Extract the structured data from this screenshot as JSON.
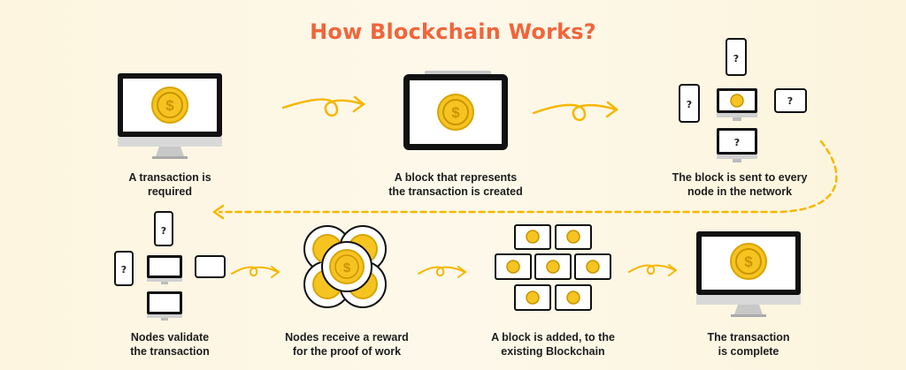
{
  "title": "How Blockchain Works?",
  "colors": {
    "title": "#f0653b",
    "arrow": "#f5b700",
    "coin": "#f6c421",
    "coin_dark": "#d9a400"
  },
  "question_mark": "?",
  "coin_symbol": "$",
  "steps": [
    {
      "caption": "A transaction is\nrequired",
      "icon": "monitor-coin-icon"
    },
    {
      "caption": "A block that represents\nthe transaction is created",
      "icon": "tablet-coin-icon"
    },
    {
      "caption": "The block is sent to every\nnode in the network",
      "icon": "network-nodes-icon"
    },
    {
      "caption": "Nodes validate\nthe transaction",
      "icon": "validating-nodes-icon"
    },
    {
      "caption": "Nodes receive a reward\nfor the proof of work",
      "icon": "coin-stack-icon"
    },
    {
      "caption": "A block is added, to the\nexisting Blockchain",
      "icon": "block-grid-icon"
    },
    {
      "caption": "The transaction\nis complete",
      "icon": "monitor-coin-icon"
    }
  ]
}
